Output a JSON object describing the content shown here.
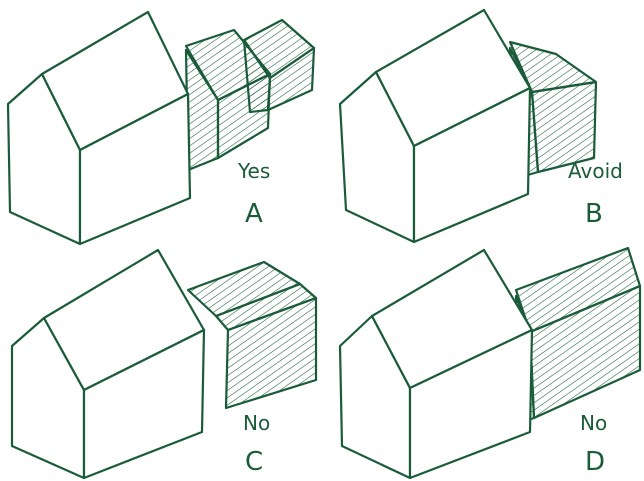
{
  "ink_color": "#1a5c3a",
  "panels": [
    {
      "id": "A",
      "verdict": "Yes",
      "letter": "A"
    },
    {
      "id": "B",
      "verdict": "Avoid",
      "letter": "B"
    },
    {
      "id": "C",
      "verdict": "No",
      "letter": "C"
    },
    {
      "id": "D",
      "verdict": "No",
      "letter": "D"
    }
  ]
}
